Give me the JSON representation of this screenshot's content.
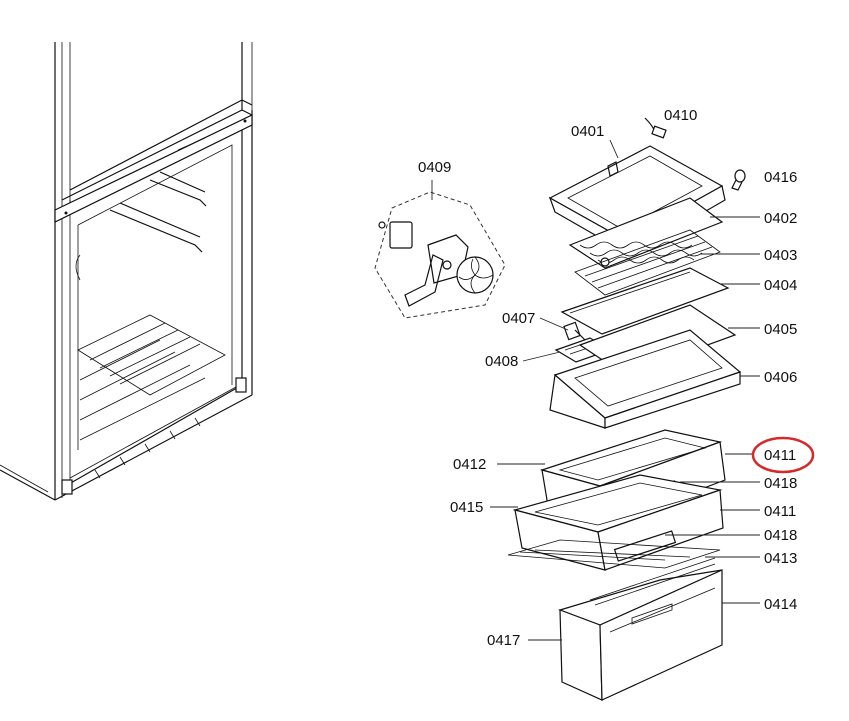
{
  "diagram": {
    "part_labels": {
      "p0401": "0401",
      "p0402": "0402",
      "p0403": "0403",
      "p0404": "0404",
      "p0405": "0405",
      "p0406": "0406",
      "p0407": "0407",
      "p0408": "0408",
      "p0409": "0409",
      "p0410": "0410",
      "p0411_a": "0411",
      "p0411_b": "0411",
      "p0412": "0412",
      "p0413": "0413",
      "p0414": "0414",
      "p0415": "0415",
      "p0416": "0416",
      "p0417": "0417",
      "p0418_a": "0418",
      "p0418_b": "0418"
    },
    "highlight_color": "#d42a2a",
    "highlighted_part": "0411"
  }
}
